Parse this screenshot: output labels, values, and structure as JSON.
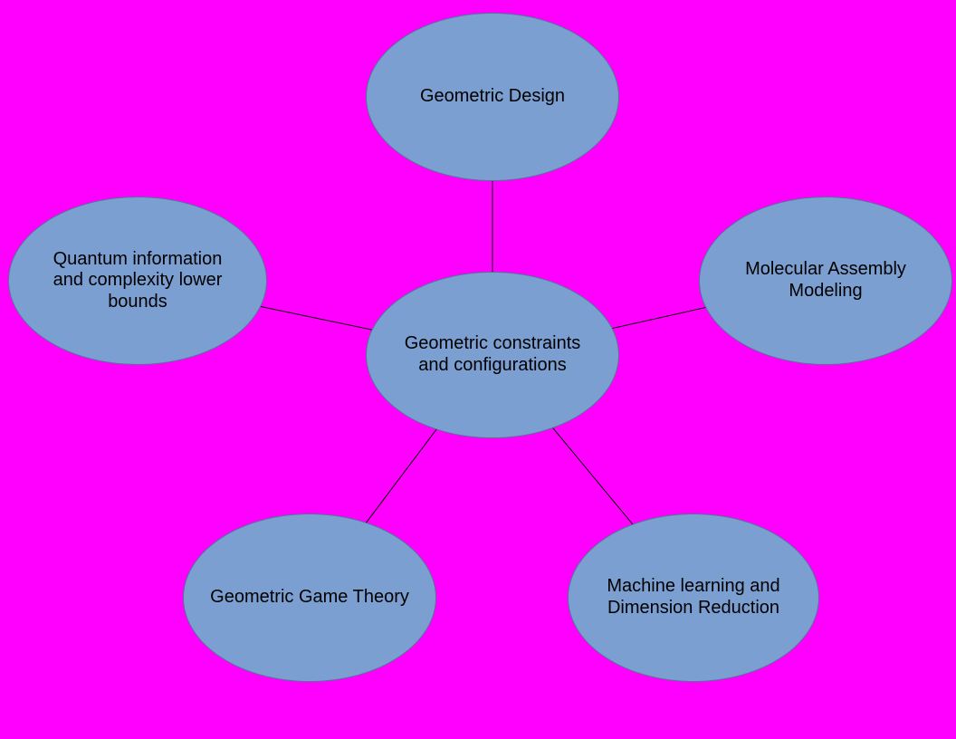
{
  "diagram": {
    "type": "mind-map",
    "background_color": "#ff00ff",
    "node_fill_color": "#7c9fd2",
    "node_border_color": "#54719c",
    "text_color": "#000000",
    "connector_color": "#000000",
    "center_node": {
      "id": "geometric-constraints",
      "label": "Geometric constraints and configurations"
    },
    "nodes": [
      {
        "id": "geometric-design",
        "position": "top",
        "label": "Geometric Design"
      },
      {
        "id": "quantum-information",
        "position": "left",
        "label": "Quantum information and complexity lower bounds"
      },
      {
        "id": "molecular-assembly",
        "position": "right",
        "label": "Molecular Assembly Modeling"
      },
      {
        "id": "geometric-game-theory",
        "position": "bottom-left",
        "label": "Geometric Game Theory"
      },
      {
        "id": "machine-learning",
        "position": "bottom-right",
        "label": "Machine learning and Dimension Reduction"
      }
    ],
    "edges": [
      {
        "from": "geometric-constraints",
        "to": "geometric-design"
      },
      {
        "from": "geometric-constraints",
        "to": "quantum-information"
      },
      {
        "from": "geometric-constraints",
        "to": "molecular-assembly"
      },
      {
        "from": "geometric-constraints",
        "to": "geometric-game-theory"
      },
      {
        "from": "geometric-constraints",
        "to": "machine-learning"
      }
    ]
  }
}
